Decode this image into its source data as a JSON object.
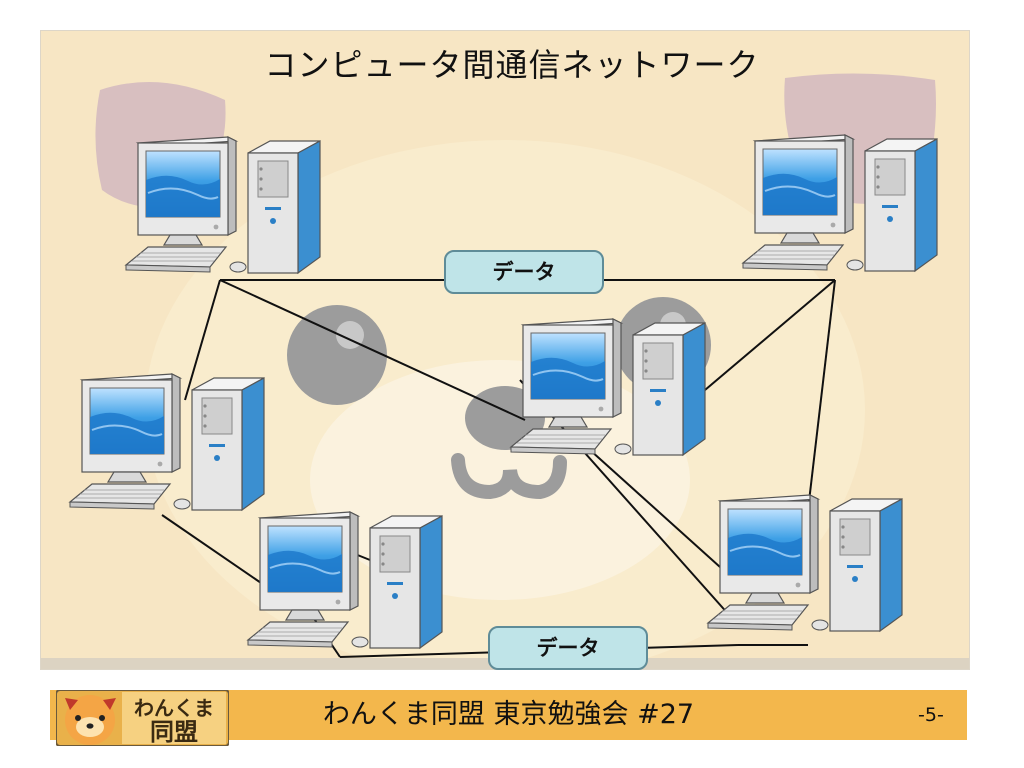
{
  "diagram": {
    "title": "コンピュータ間通信ネットワーク",
    "data_labels": [
      "データ",
      "データ"
    ]
  },
  "footer": {
    "logo_text": [
      "わんくま",
      "同盟"
    ],
    "event_title": "わんくま同盟 東京勉強会 #27",
    "page_number": "-5-"
  },
  "colors": {
    "slide_background": "#f7e6c4",
    "bear_face": "#f9eccd",
    "bear_ears": "#d8bfc0",
    "bear_features": "#9c9c9c",
    "footer_bar": "#f3b74c",
    "monitor_screen": "#2e8fd6",
    "label_fill": "#bfe4e8",
    "label_border": "#5f8c98"
  }
}
